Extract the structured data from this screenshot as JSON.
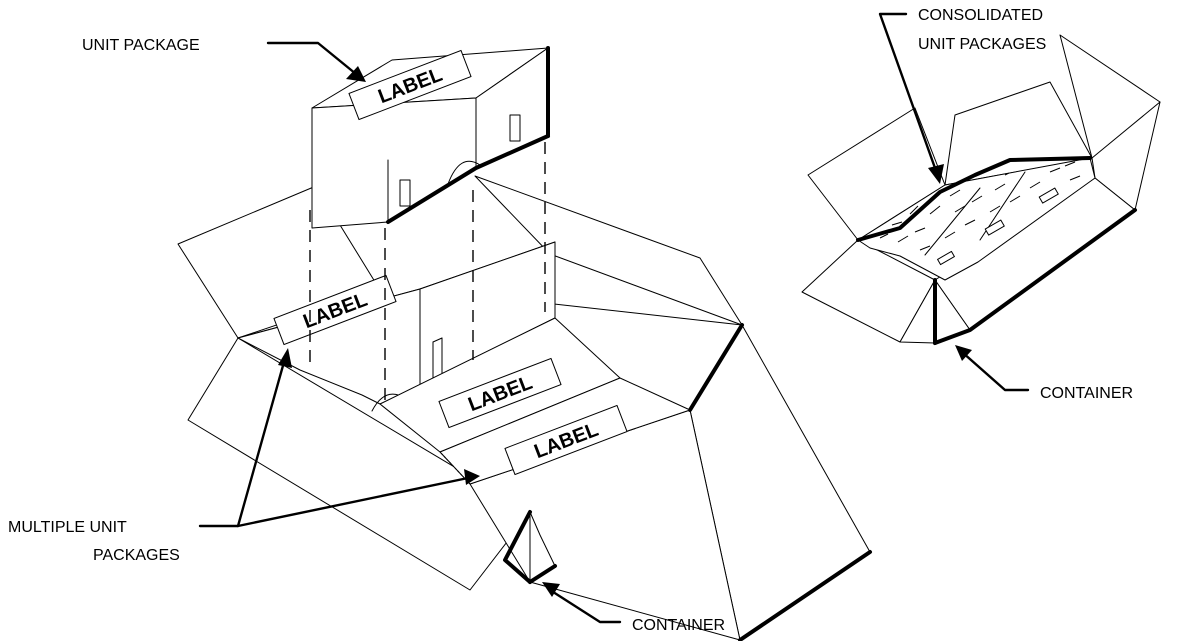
{
  "callouts": {
    "unit_package": "UNIT PACKAGE",
    "multiple_unit_packages_line1": "MULTIPLE UNIT",
    "multiple_unit_packages_line2": "PACKAGES",
    "container_left": "CONTAINER",
    "consolidated_line1": "CONSOLIDATED",
    "consolidated_line2": "UNIT PACKAGES",
    "container_right": "CONTAINER"
  },
  "labels": {
    "unit_package_label": "LABEL",
    "multi_package_label_1": "LABEL",
    "multi_package_label_2": "LABEL",
    "multi_package_label_3": "LABEL"
  }
}
